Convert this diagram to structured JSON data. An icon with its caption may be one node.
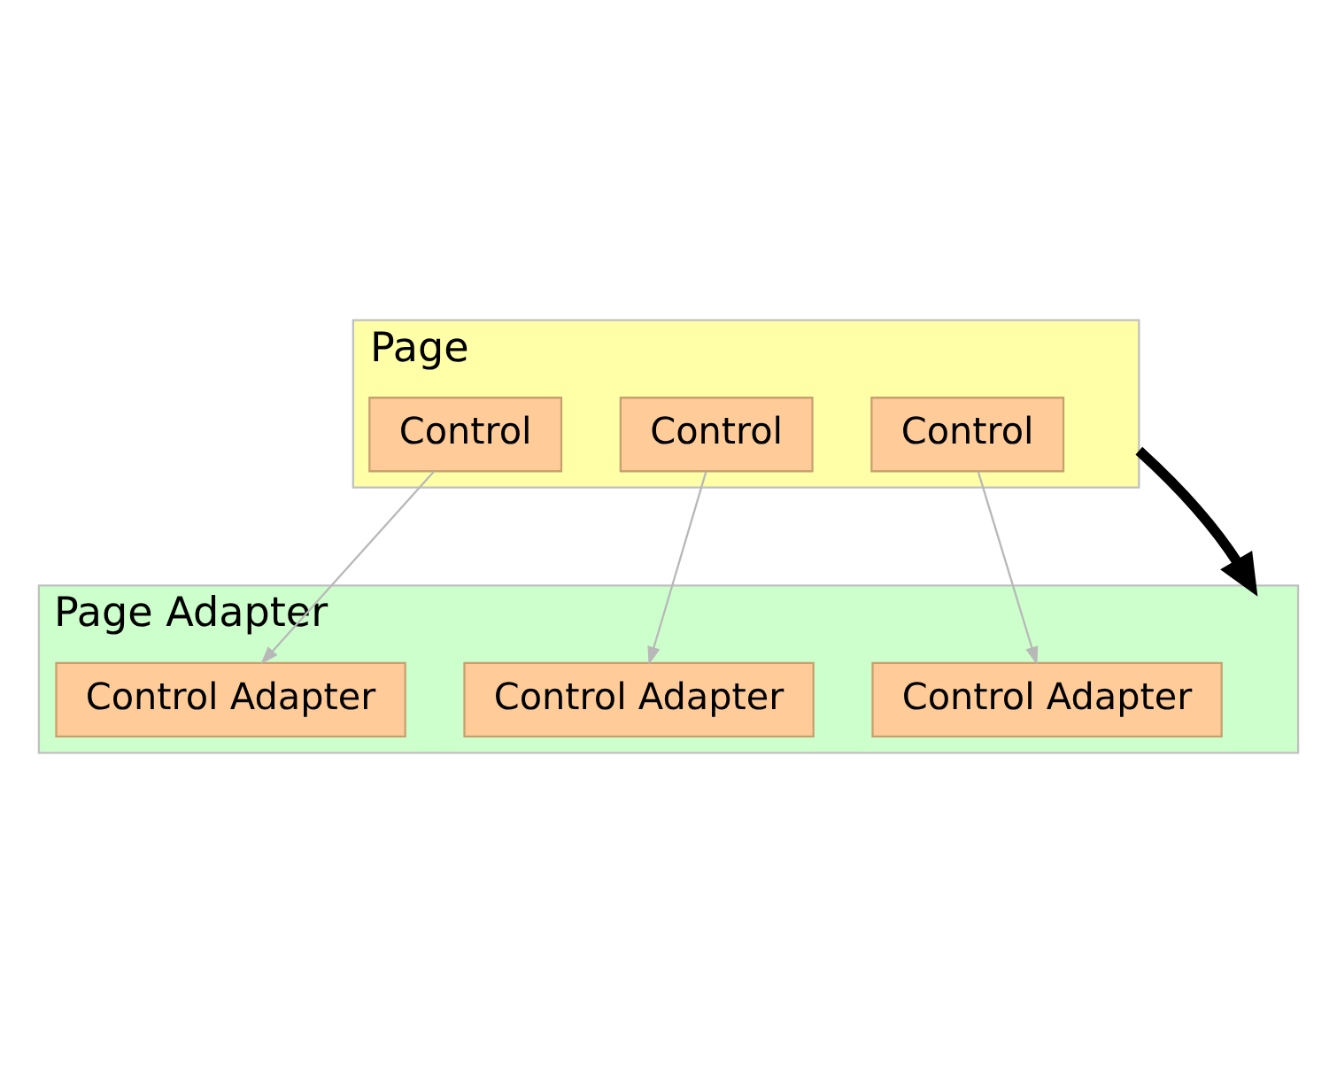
{
  "diagram": {
    "nodes": [
      {
        "text": [
          "Page"
        ]
      },
      {
        "text": [
          "Control"
        ],
        "in": 0
      },
      {
        "text": [
          "Control"
        ],
        "in": 0
      },
      {
        "text": [
          "Control"
        ],
        "in": 0
      },
      {
        "text": [
          "Page Adapter"
        ]
      },
      {
        "text": [
          "Control Adapter"
        ],
        "in": 4
      },
      {
        "text": [
          "Control Adapter"
        ],
        "in": 4
      },
      {
        "text": [
          "Control Adapter"
        ],
        "in": 4
      }
    ],
    "edges": [
      {
        "from": 0,
        "to": 4,
        "arrow": "to",
        "style": "thick",
        "color": "#000000"
      },
      {
        "from": 1,
        "to": 5,
        "arrow": "to"
      },
      {
        "from": 2,
        "to": 6,
        "arrow": "to"
      },
      {
        "from": 3,
        "to": 7,
        "arrow": "to"
      }
    ]
  }
}
